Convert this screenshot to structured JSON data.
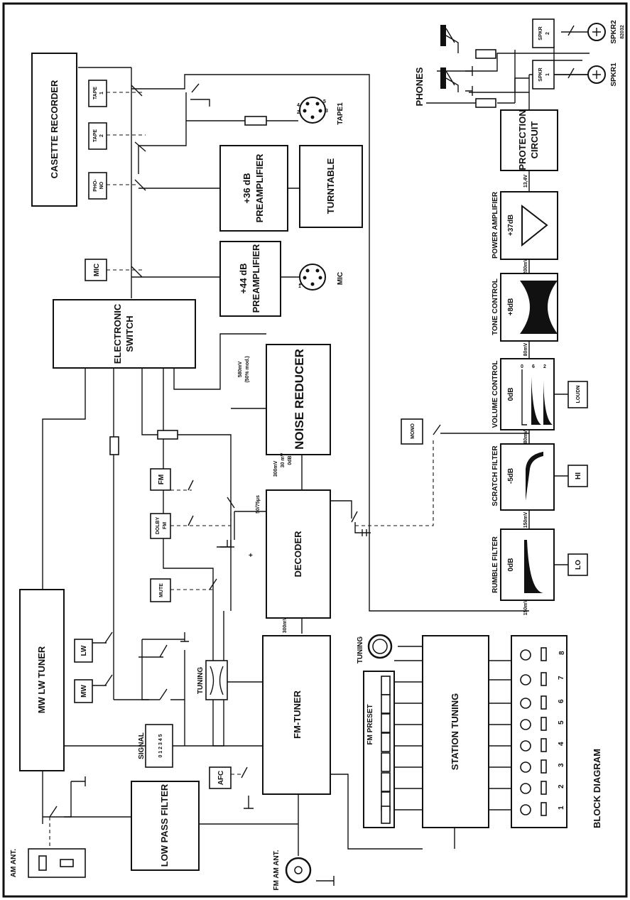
{
  "blocks": {
    "cassette": "CASETTE RECORDER",
    "pre36_gain": "+36 dB",
    "pre36_label": "PREAMPLIFIER",
    "turntable": "TURNTABLE",
    "pre44_gain": "+44 dB",
    "pre44_label": "PREAMPLIFIER",
    "eswitch_1": "ELECTRONIC",
    "eswitch_2": "SWITCH",
    "noise_reducer": "NOISE REDUCER",
    "decoder": "DECODER",
    "mwlw": "MW LW TUNER",
    "fm_tuner": "FM-TUNER",
    "lpf": "LOW PASS FILTER",
    "station": "STATION TUNING",
    "fm_preset": "FM PRESET",
    "protection_1": "PROTECTION",
    "protection_2": "CIRCUIT",
    "power_amp": "POWER AMPLIFIER",
    "power_gain": "+37dB",
    "tone": "TONE CONTROL",
    "tone_gain": "+8dB",
    "volume": "VOLUME CONTROL",
    "volume_gain": "0dB",
    "scratch": "SCRATCH FILTER",
    "scratch_gain": "-5dB",
    "rumble": "RUMBLE FILTER",
    "rumble_gain": "0dB",
    "diagram_title": "BLOCK DIAGRAM",
    "ref_code": "82032"
  },
  "switches": {
    "tape1_a": "TAPE",
    "tape1_b": "1",
    "tape2_a": "TAPE",
    "tape2_b": "2",
    "phono_a": "PHO-",
    "phono_b": "NO",
    "mic": "MIC",
    "fm": "FM",
    "dolby_a": "DOLBY",
    "dolby_b": "FM",
    "mute": "MUTE",
    "lw": "LW",
    "mw": "MW",
    "afc": "AFC",
    "mono": "MONO",
    "loudn": "LOUDN",
    "hi": "HI",
    "lo": "LO",
    "spkr1_a": "SPKR",
    "spkr1_b": "1",
    "spkr2_a": "SPKR",
    "spkr2_b": "2"
  },
  "labels": {
    "phones": "PHONES",
    "spkr1": "SPKR1",
    "spkr2": "SPKR2",
    "tape1_jack": "TAPE1",
    "mic_jack": "MIC",
    "am_ant": "AM ANT.",
    "fm_am_ant": "FM AM ANT.",
    "tuning_meter": "TUNING",
    "tuning_knob": "TUNING",
    "signal": "SIGNAL",
    "signal_scale": "0 1 2 3 4 5",
    "lvl_580": "580mV",
    "lvl_50mod": "(50% mod.)",
    "lvl_300": "300mV",
    "lvl_150_a": "150mV",
    "lvl_150_b": "150mV",
    "lvl_80_a": "80mV",
    "lvl_80_b": "80mV",
    "lvl_200": "200mV",
    "lvl_134": "13,4V",
    "deemph": "50/75μs",
    "lvl_nr_a": "300mV",
    "lvl_nr_b": "30 mV",
    "lvl_nr_c": "0dB",
    "vol_0": "0",
    "vol_6": "6",
    "vol_2": "2",
    "plus": "+",
    "din_a": "4",
    "din_b": "2",
    "din_c": "1",
    "din_d": "5",
    "din_e": "3"
  },
  "presets": [
    "1",
    "2",
    "3",
    "4",
    "5",
    "6",
    "7",
    "8"
  ]
}
